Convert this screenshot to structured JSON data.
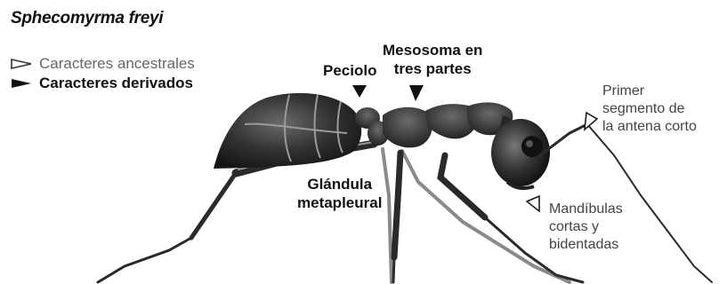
{
  "title": "Sphecomyrma freyi",
  "legend": {
    "ancestral": {
      "icon": "hollow-arrow-icon",
      "label": "Caracteres ancestrales"
    },
    "derived": {
      "icon": "solid-arrow-icon",
      "label": "Caracteres derivados"
    }
  },
  "labels": {
    "peciolo": [
      "Peciolo"
    ],
    "mesosoma": [
      "Mesosoma en",
      "tres partes"
    ],
    "glandula": [
      "Glándula",
      "metapleural"
    ],
    "primer_segmento": [
      "Primer",
      "segmento de",
      "la antena corto"
    ],
    "mandibulas": [
      "Mandíbulas",
      "cortas y",
      "bidentadas"
    ]
  },
  "colors": {
    "ant_body": "#2b2b2b",
    "ant_highlight": "#777777",
    "text": "#111111",
    "ancestral_text": "#666666"
  }
}
